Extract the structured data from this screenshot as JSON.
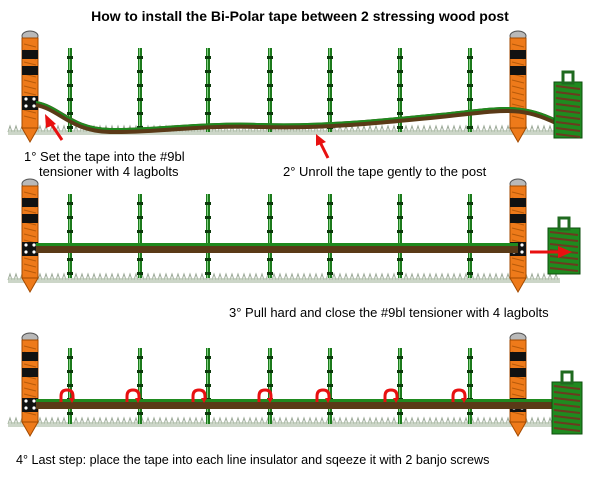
{
  "title": "How to install the Bi-Polar tape between 2 stressing wood post",
  "steps": {
    "s1_line1": "1° Set the tape into the #9bl",
    "s1_line2": "tensioner with 4 lagbolts",
    "s2": "2° Unroll the tape gently to the post",
    "s3": "3° Pull hard and close the #9bl tensioner with 4 lagbolts",
    "s4": "4° Last step: place the tape into each line insulator and sqeeze it with 2 banjo screws"
  },
  "colors": {
    "tape_dark": "#5a3a17",
    "tape_green": "#1f8a1f",
    "post_orange": "#ee7a1a",
    "stake_green": "#1c7a1c",
    "arrow_red": "#e81010",
    "grass": "#b7c4b0"
  }
}
